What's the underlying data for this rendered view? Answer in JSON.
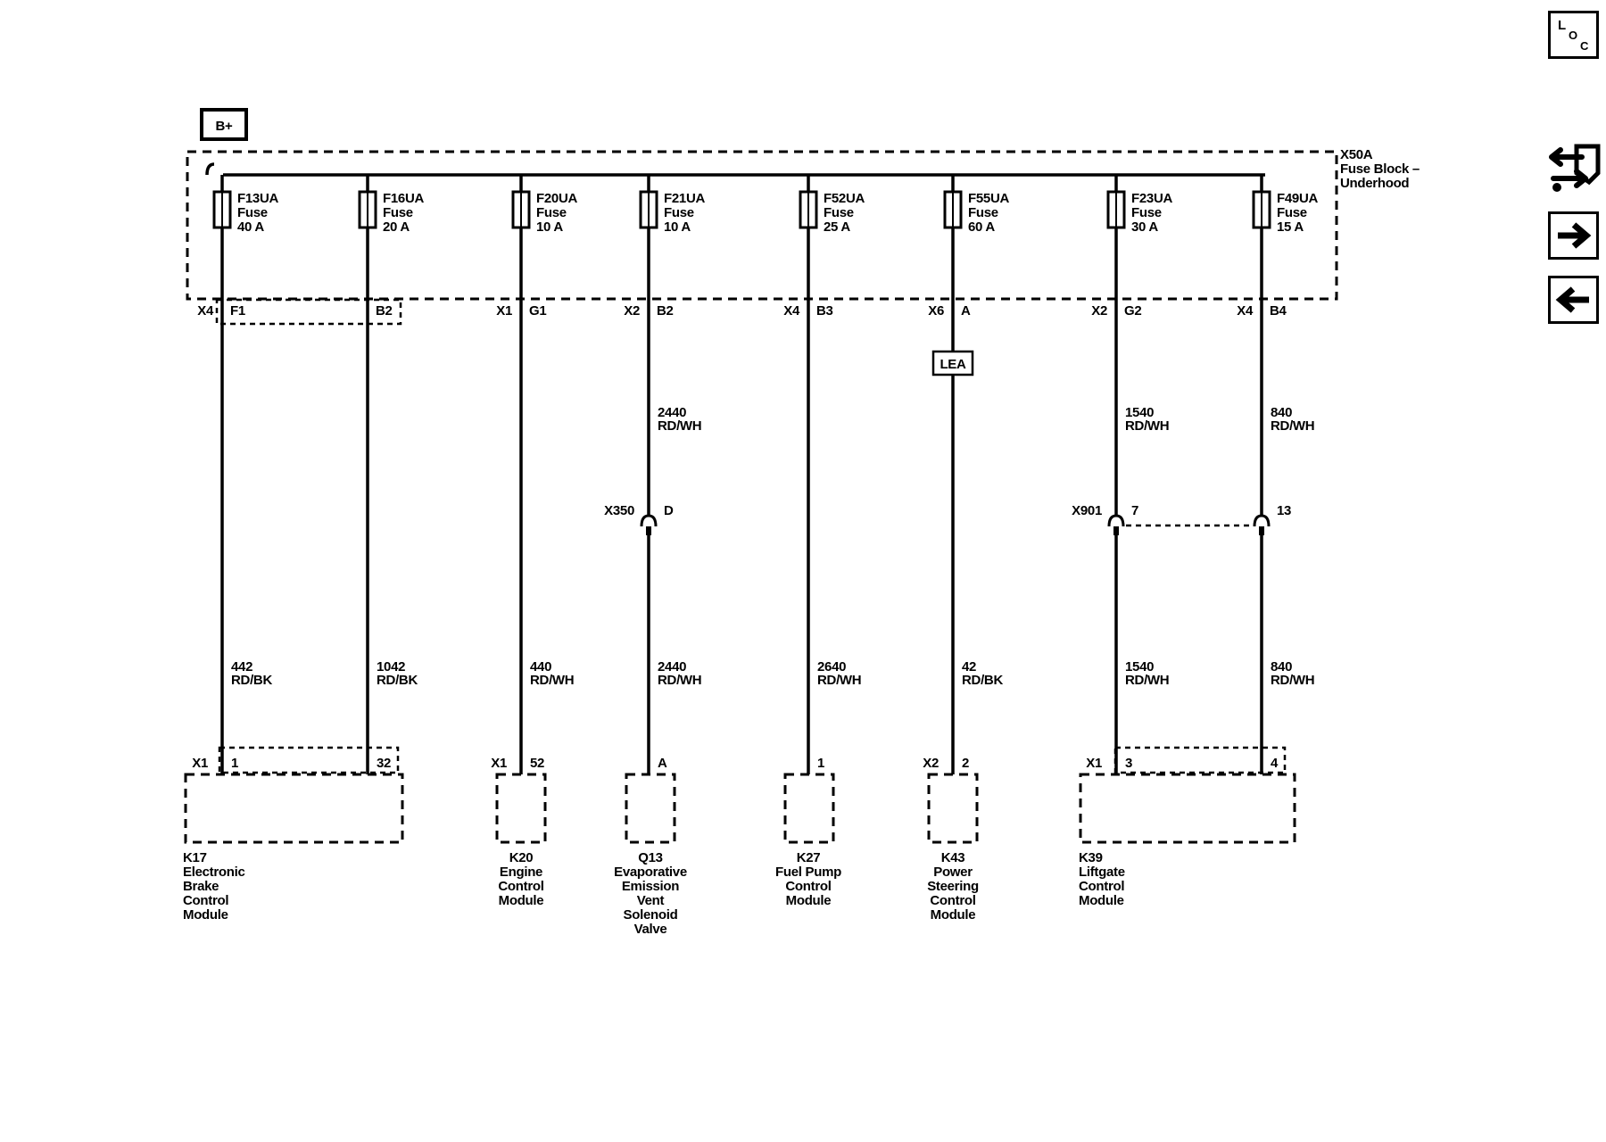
{
  "supply": {
    "label": "B+"
  },
  "fuse_block": {
    "id": "X50A",
    "name_line1": "Fuse Block –",
    "name_line2": "Underhood"
  },
  "circuits": [
    {
      "fuse": "F13UA",
      "fuse_type": "Fuse",
      "rating": "40 A",
      "block_conn": "X4",
      "block_pin": "F1",
      "inline": null,
      "lower_wire": {
        "num": "442",
        "color": "RD/BK"
      },
      "comp_conn": "X1",
      "comp_pin": "1"
    },
    {
      "fuse": "F16UA",
      "fuse_type": "Fuse",
      "rating": "20 A",
      "block_conn": "",
      "block_pin": "B2",
      "inline": null,
      "lower_wire": {
        "num": "1042",
        "color": "RD/BK"
      },
      "comp_conn": "",
      "comp_pin": "32"
    },
    {
      "fuse": "F20UA",
      "fuse_type": "Fuse",
      "rating": "10 A",
      "block_conn": "X1",
      "block_pin": "G1",
      "inline": null,
      "lower_wire": {
        "num": "440",
        "color": "RD/WH"
      },
      "comp_conn": "X1",
      "comp_pin": "52"
    },
    {
      "fuse": "F21UA",
      "fuse_type": "Fuse",
      "rating": "10 A",
      "block_conn": "X2",
      "block_pin": "B2",
      "upper_wire": {
        "num": "2440",
        "color": "RD/WH"
      },
      "inline": {
        "conn": "X350",
        "pin": "D"
      },
      "lower_wire": {
        "num": "2440",
        "color": "RD/WH"
      },
      "comp_conn": "",
      "comp_pin": "A"
    },
    {
      "fuse": "F52UA",
      "fuse_type": "Fuse",
      "rating": "25 A",
      "block_conn": "X4",
      "block_pin": "B3",
      "inline": null,
      "lower_wire": {
        "num": "2640",
        "color": "RD/WH"
      },
      "comp_conn": "",
      "comp_pin": "1"
    },
    {
      "fuse": "F55UA",
      "fuse_type": "Fuse",
      "rating": "60 A",
      "block_conn": "X6",
      "block_pin": "A",
      "tag": "LEA",
      "inline": null,
      "lower_wire": {
        "num": "42",
        "color": "RD/BK"
      },
      "comp_conn": "X2",
      "comp_pin": "2"
    },
    {
      "fuse": "F23UA",
      "fuse_type": "Fuse",
      "rating": "30 A",
      "block_conn": "X2",
      "block_pin": "G2",
      "upper_wire": {
        "num": "1540",
        "color": "RD/WH"
      },
      "inline": {
        "conn": "X901",
        "pin": "7"
      },
      "lower_wire": {
        "num": "1540",
        "color": "RD/WH"
      },
      "comp_conn": "X1",
      "comp_pin": "3"
    },
    {
      "fuse": "F49UA",
      "fuse_type": "Fuse",
      "rating": "15 A",
      "block_conn": "X4",
      "block_pin": "B4",
      "upper_wire": {
        "num": "840",
        "color": "RD/WH"
      },
      "inline": {
        "conn": "",
        "pin": "13"
      },
      "lower_wire": {
        "num": "840",
        "color": "RD/WH"
      },
      "comp_conn": "",
      "comp_pin": "4"
    }
  ],
  "components": [
    {
      "id": "K17",
      "lines": [
        "Electronic",
        "Brake",
        "Control",
        "Module"
      ]
    },
    {
      "id": "K20",
      "lines": [
        "Engine",
        "Control",
        "Module"
      ]
    },
    {
      "id": "Q13",
      "lines": [
        "Evaporative",
        "Emission",
        "Vent",
        "Solenoid",
        "Valve"
      ]
    },
    {
      "id": "K27",
      "lines": [
        "Fuel Pump",
        "Control",
        "Module"
      ]
    },
    {
      "id": "K43",
      "lines": [
        "Power",
        "Steering",
        "Control",
        "Module"
      ]
    },
    {
      "id": "K39",
      "lines": [
        "Liftgate",
        "Control",
        "Module"
      ]
    }
  ],
  "sidebar": {
    "loc_icon": "loc-icon",
    "swap_icon": "arrows-swap-icon",
    "next_icon": "arrow-right-icon",
    "prev_icon": "arrow-left-icon",
    "loc_letters": [
      "L",
      "O",
      "C"
    ]
  }
}
